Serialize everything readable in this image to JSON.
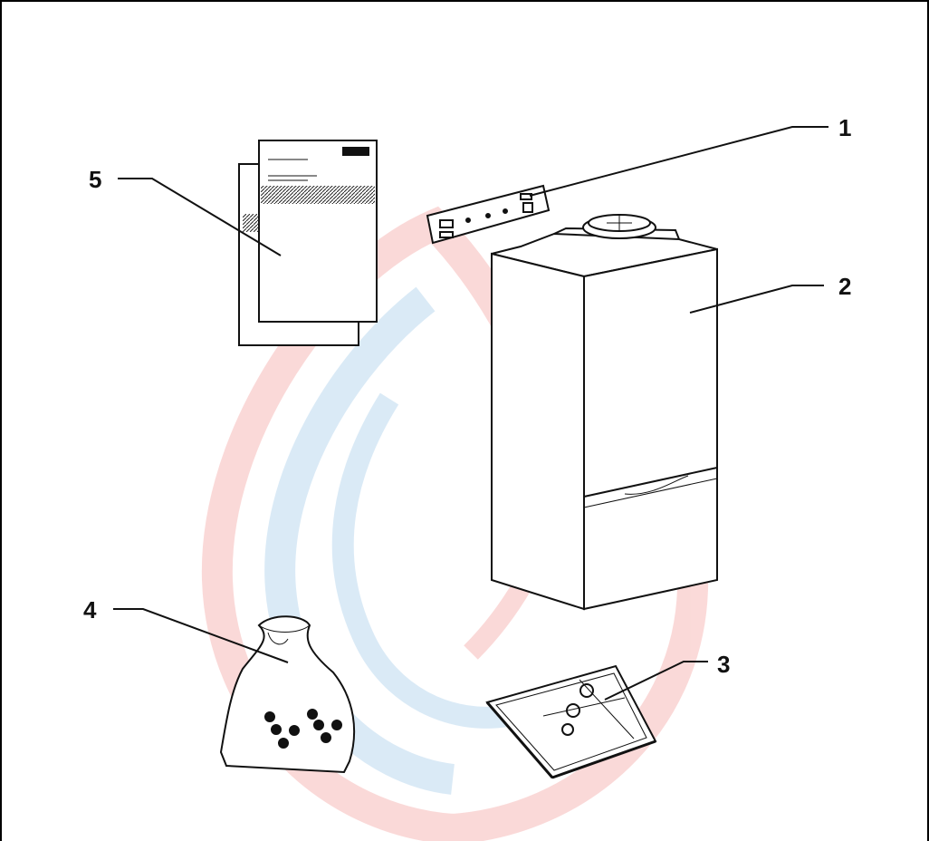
{
  "figure": {
    "watermark": {
      "name": "flame-watermark",
      "colors": {
        "red": "#e8342f",
        "blue": "#3a8fd1"
      }
    },
    "callouts": [
      {
        "id": "1",
        "label": "1",
        "part": "wall-mounting-bracket"
      },
      {
        "id": "2",
        "label": "2",
        "part": "boiler-unit"
      },
      {
        "id": "3",
        "label": "3",
        "part": "bottom-cover-tray"
      },
      {
        "id": "4",
        "label": "4",
        "part": "fixings-bag"
      },
      {
        "id": "5",
        "label": "5",
        "part": "instruction-documents"
      }
    ]
  }
}
